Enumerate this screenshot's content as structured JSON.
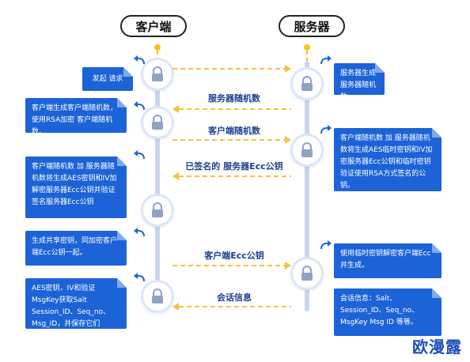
{
  "headers": {
    "client": "客户端",
    "server": "服务器"
  },
  "client_notes": [
    "发起 请求",
    "客户端生成客户端随机数，使用RSA加密 客户端随机数。",
    "客户端随机数 加 服务器随机数将生成AES密钥和IV加解密服务器Ecc公钥并验证签名服务器Ecc公钥",
    "生成共享密钥，同加密客户端Ecc公钥一起。",
    "AES密钥，IV和验证MsgKey获取Salt Session_ID、Seq_no、Msg_ID，并保存它们"
  ],
  "server_notes": [
    "服务器生成服务器随机数",
    "客户端随机数 加 服务器随机数将生成AES临时密钥和IV加密服务器Ecc公钥和临时密钥验证使用RSA方式签名的公钥。",
    "使用临时密钥解密客户端Ecc并生成。",
    "会话信息：Salt、Session_ID、Seq_no、MsgKey Msg ID 等等。"
  ],
  "messages": [
    {
      "label": "",
      "direction": "to-server"
    },
    {
      "label": "服务器随机数",
      "direction": "to-client"
    },
    {
      "label": "客户端随机数",
      "direction": "to-server"
    },
    {
      "label": "已签名的 服务器Ecc公钥",
      "direction": "to-client"
    },
    {
      "label": "客户端Ecc公钥",
      "direction": "to-server"
    },
    {
      "label": "会话信息",
      "direction": "to-client"
    }
  ],
  "watermark": "欧漫露",
  "colors": {
    "box": "#1d63d8",
    "arrow": "#f2c33b",
    "label": "#1b3f8f",
    "lane": "#c9d6ea"
  }
}
